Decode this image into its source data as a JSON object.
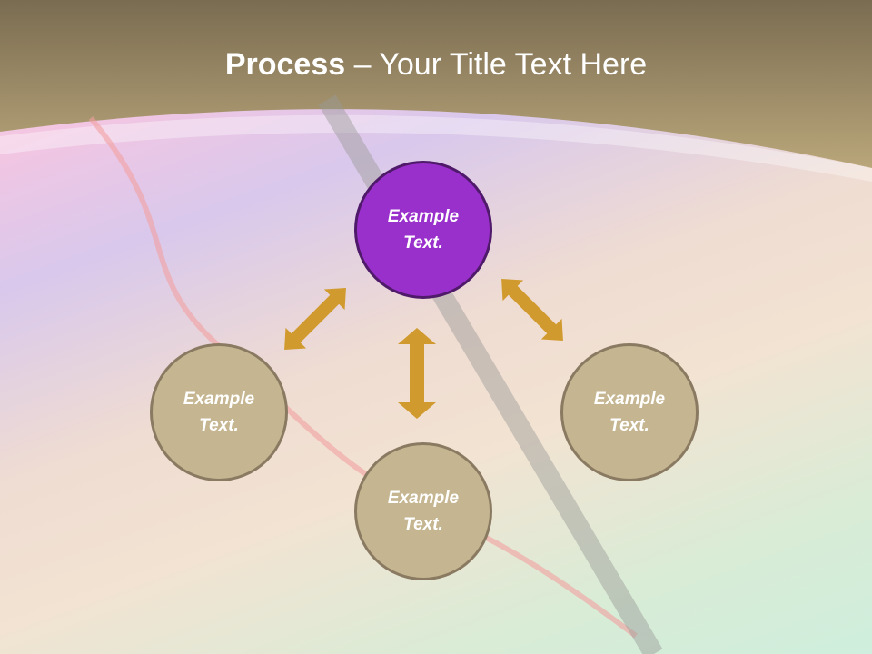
{
  "title": {
    "bold": "Process",
    "rest": " – Your Title Text Here"
  },
  "nodes": [
    {
      "id": "top",
      "label": "Example Text.",
      "highlighted": true
    },
    {
      "id": "left",
      "label": "Example Text.",
      "highlighted": false
    },
    {
      "id": "right",
      "label": "Example Text.",
      "highlighted": false
    },
    {
      "id": "bottom",
      "label": "Example Text.",
      "highlighted": false
    }
  ],
  "colors": {
    "highlight": "#9a30cc",
    "node": "#c5b691",
    "arrow": "#d19a2e",
    "header": "#9c8c68"
  }
}
